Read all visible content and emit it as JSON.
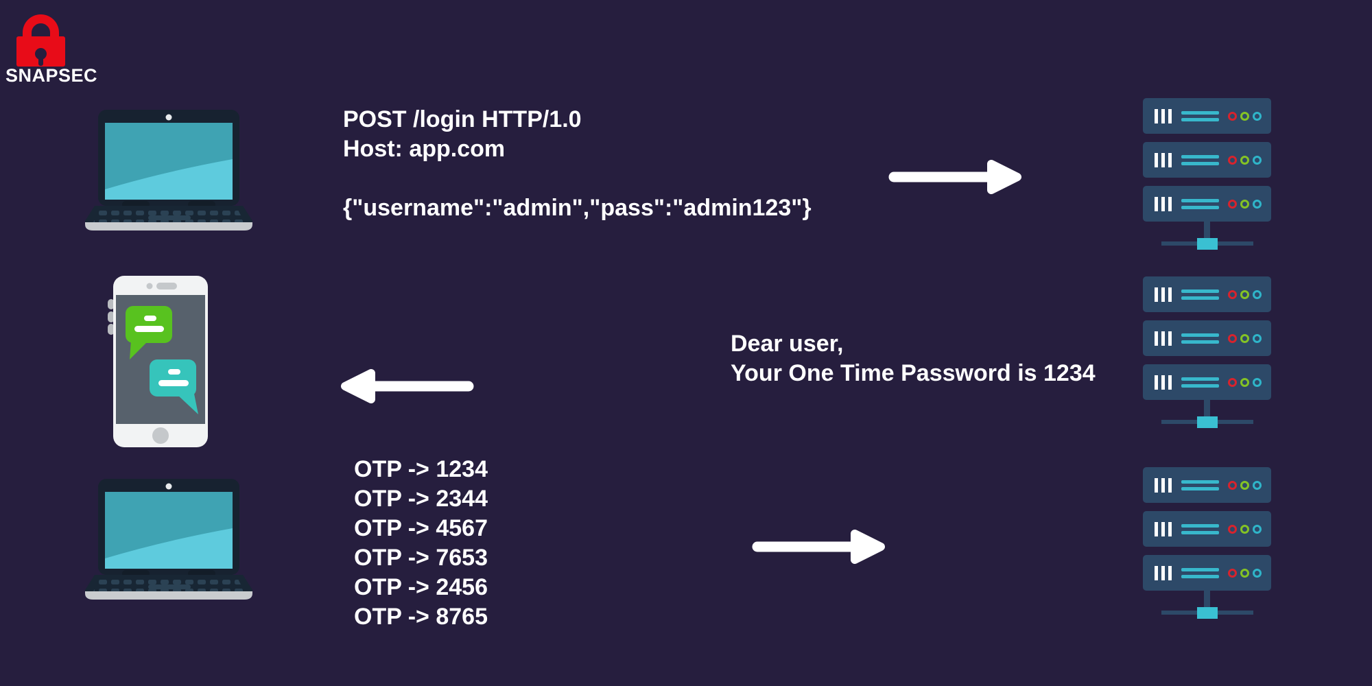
{
  "colors": {
    "background": "#261e3e",
    "accent_red": "#e80c18",
    "text_white": "#ffffff",
    "server_body": "#2d4968",
    "teal": "#3ac0d2",
    "led_red": "#d7232d",
    "led_green": "#84c325",
    "led_teal": "#2fb5c9",
    "bubble_green": "#58c21f",
    "bubble_teal": "#36c4bb",
    "laptop_screen_teal": "#3fa3b3",
    "laptop_screen_light": "#5ecbdd"
  },
  "brand": {
    "name": "SNAPSEC"
  },
  "http_request": {
    "request_line": "POST /login HTTP/1.0",
    "host_line": "Host: app.com",
    "body_line": "{\"username\":\"admin\",\"pass\":\"admin123\"}"
  },
  "sms_message": {
    "line1": "Dear user,",
    "line2": "Your One Time Password is 1234"
  },
  "otp_attempts": [
    "OTP -> 1234",
    "OTP -> 2344",
    "OTP -> 4567",
    "OTP -> 7653",
    "OTP -> 2456",
    "OTP -> 8765"
  ],
  "icons": {
    "logo": "lock-icon",
    "victim_device": "laptop-icon",
    "sms_device": "smartphone-icon",
    "chat": "chat-bubble-icon",
    "attacker_device": "laptop-icon",
    "server": "server-stack-icon",
    "request_arrow": "arrow-right-icon",
    "sms_arrow": "arrow-left-icon",
    "otp_arrow": "arrow-right-icon"
  }
}
